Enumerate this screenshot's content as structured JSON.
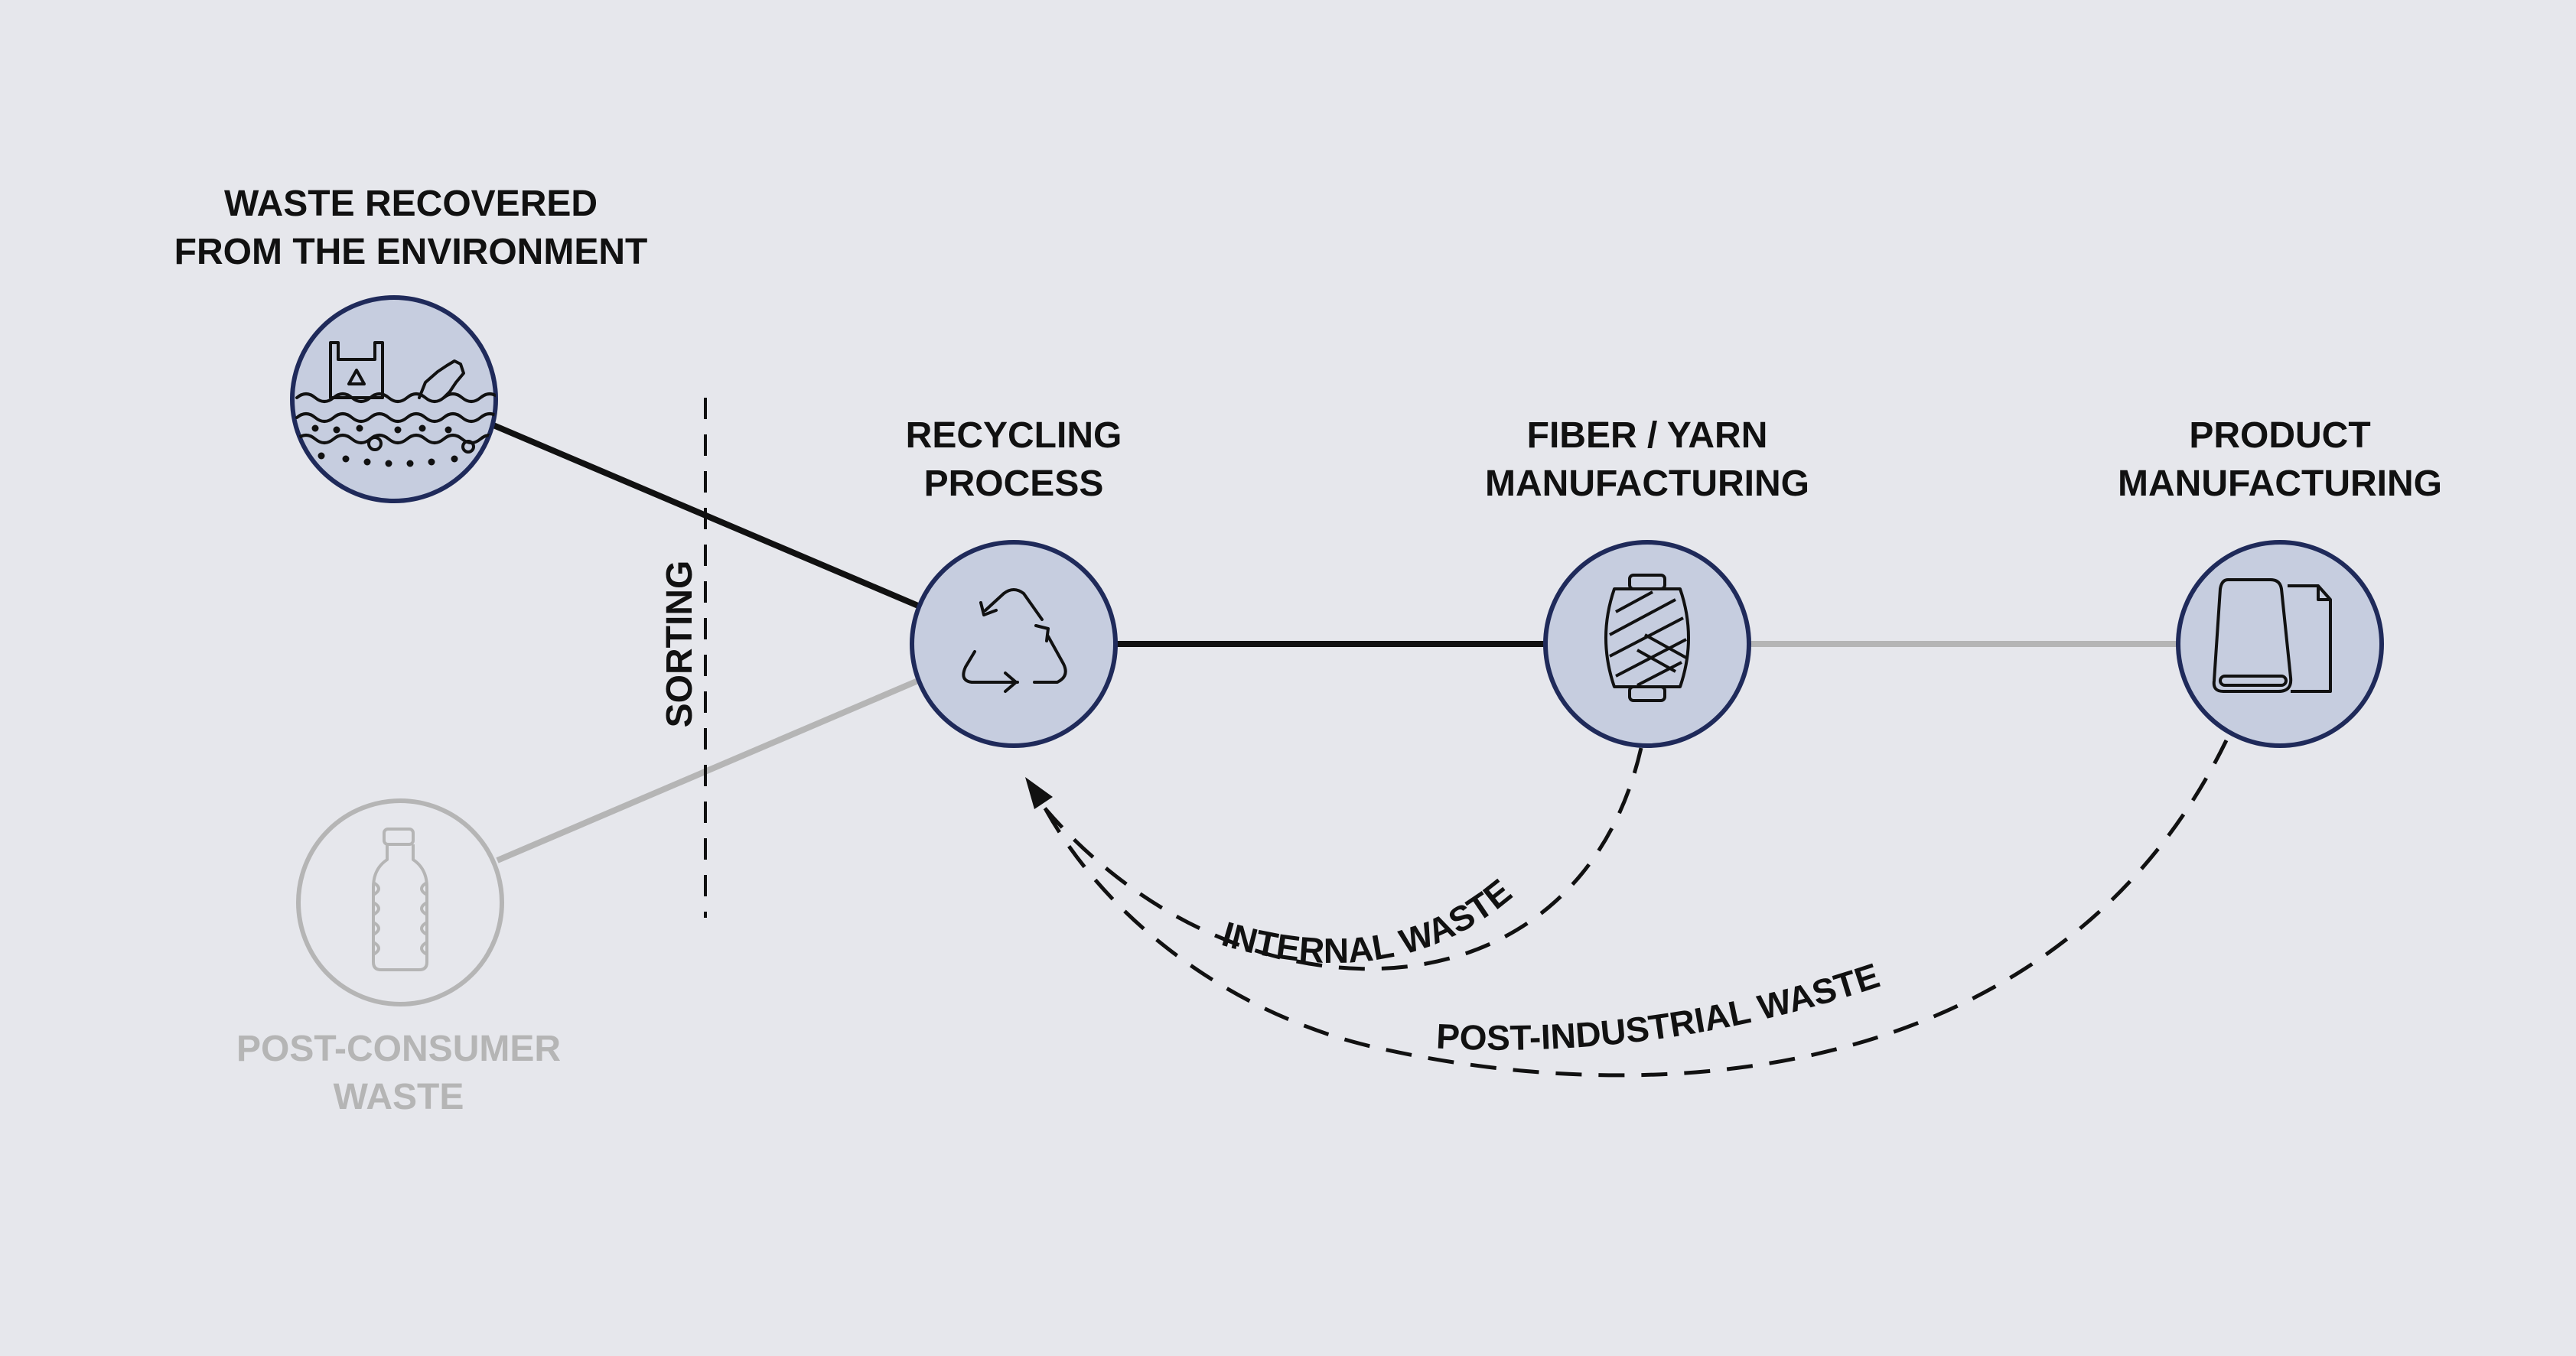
{
  "nodes": {
    "environment_waste": {
      "line1": "WASTE RECOVERED",
      "line2": "FROM THE ENVIRONMENT",
      "icon": "ocean-waste-icon"
    },
    "post_consumer": {
      "line1": "POST-CONSUMER",
      "line2": "WASTE",
      "icon": "plastic-bottle-icon"
    },
    "recycling": {
      "line1": "RECYCLING",
      "line2": "PROCESS",
      "icon": "recycle-icon"
    },
    "fiber_yarn": {
      "line1": "FIBER / YARN",
      "line2": "MANUFACTURING",
      "icon": "yarn-spool-icon"
    },
    "product": {
      "line1": "PRODUCT",
      "line2": "MANUFACTURING",
      "icon": "fabric-roll-icon"
    }
  },
  "sorting_label": "SORTING",
  "flows": {
    "internal_waste": "INTERNAL WASTE",
    "post_industrial_waste": "POST-INDUSTRIAL WASTE"
  },
  "colors": {
    "background": "#e6e7ec",
    "node_fill": "#c6cddf",
    "node_stroke": "#1f2a5a",
    "active_line": "#111111",
    "inactive": "#b5b5b5",
    "text": "#111111"
  }
}
